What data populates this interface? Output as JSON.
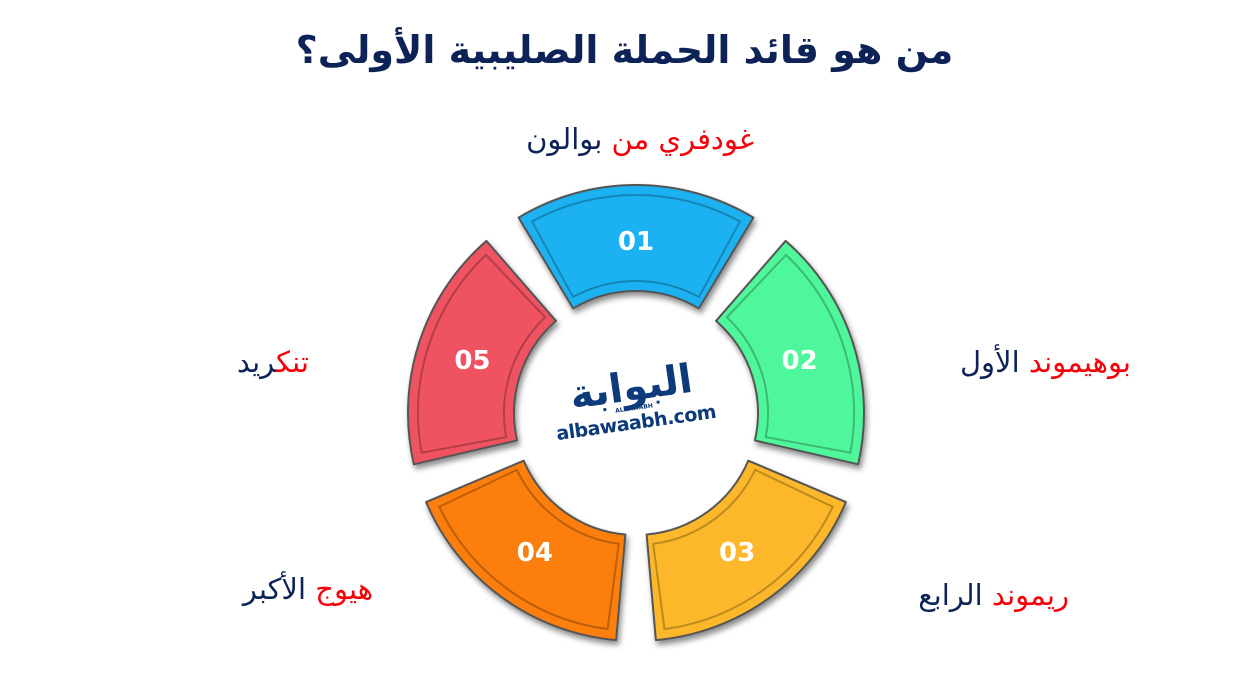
{
  "title": "من هو قائد الحملة الصليبية الأولى؟",
  "segments": [
    {
      "number": "01",
      "color": "#1ab2f2",
      "answer_red": "غودفري من",
      "answer_blue": " بوالون"
    },
    {
      "number": "02",
      "color": "#4ff79c",
      "answer_red": "بوهيموند",
      "answer_blue": " الأول"
    },
    {
      "number": "03",
      "color": "#fcb829",
      "answer_red": "ريموند",
      "answer_blue": " الرابع"
    },
    {
      "number": "04",
      "color": "#fc7e0c",
      "answer_red": "هيوج",
      "answer_blue": " الأكبر"
    },
    {
      "number": "05",
      "color": "#ef5262",
      "answer_red": "تنك",
      "answer_blue": "ريد"
    }
  ],
  "logo": {
    "arabic": "البوابة",
    "latin_small": "ALBAWABH",
    "domain": "albawaabh.com"
  },
  "colors": {
    "title": "#0d2358",
    "highlight": "#f5000a"
  }
}
